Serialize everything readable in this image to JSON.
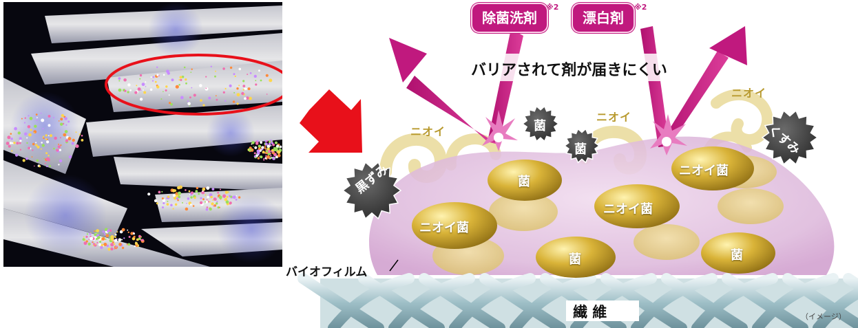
{
  "left_photo": {
    "icon": "microscope-fiber-image"
  },
  "arrow_color": "#e8101a",
  "detergents": [
    {
      "label": "除菌洗剤",
      "note": "※2"
    },
    {
      "label": "漂白剤",
      "note": "※2"
    }
  ],
  "barrier_text": "バリアされて剤が届きにくい",
  "odor_labels": [
    "ニオイ",
    "ニオイ",
    "ニオイ"
  ],
  "dirt_badges": [
    "菌",
    "菌",
    "黒ずみ",
    "くすみ"
  ],
  "bacteria": [
    "菌",
    "ニオイ菌",
    "ニオイ菌",
    "ニオイ菌",
    "菌",
    "菌"
  ],
  "biofilm_label": "バイオフィルム",
  "fiber_label": "繊 維",
  "image_note": "（イメージ）",
  "colors": {
    "magenta": "#c0197e",
    "biofilm": "#d8a9d6",
    "bacteria": "#c9a227",
    "fiber": "#a7c6cc",
    "dirt": "#4b4b4b"
  }
}
